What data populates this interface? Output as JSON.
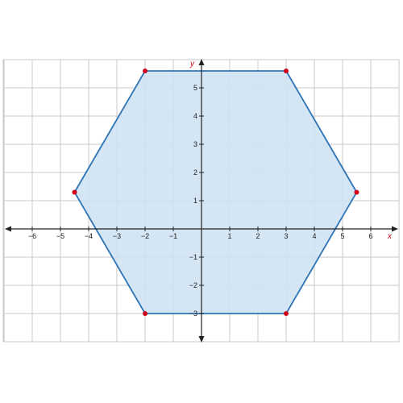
{
  "chart_data": {
    "type": "scatter",
    "subtype": "polygon-on-coordinate-grid",
    "xlabel": "x",
    "ylabel": "y",
    "xlim": [
      -7,
      7
    ],
    "ylim": [
      -4,
      6
    ],
    "grid": true,
    "x_ticks": [
      -6,
      -5,
      -4,
      -3,
      -2,
      -1,
      1,
      2,
      3,
      4,
      5,
      6
    ],
    "y_ticks": [
      -3,
      -2,
      -1,
      1,
      2,
      3,
      4,
      5
    ],
    "x_tick_labels": [
      "−6",
      "−5",
      "−4",
      "−3",
      "−2",
      "−1",
      "1",
      "2",
      "3",
      "4",
      "5",
      "6"
    ],
    "y_tick_labels": [
      "−3",
      "−2",
      "−1",
      "1",
      "2",
      "3",
      "4",
      "5"
    ],
    "polygon": {
      "vertices": [
        {
          "x": -2,
          "y": 5.6
        },
        {
          "x": 3,
          "y": 5.6
        },
        {
          "x": 5.5,
          "y": 1.3
        },
        {
          "x": 3,
          "y": -3
        },
        {
          "x": -2,
          "y": -3
        },
        {
          "x": -4.5,
          "y": 1.3
        }
      ]
    },
    "colors": {
      "fill": "#cfe2f3",
      "edge": "#2e75b6",
      "vertex": "#d0021b",
      "grid": "#c8c8c8",
      "axis": "#222222",
      "axis_label": "#d0021b"
    }
  }
}
